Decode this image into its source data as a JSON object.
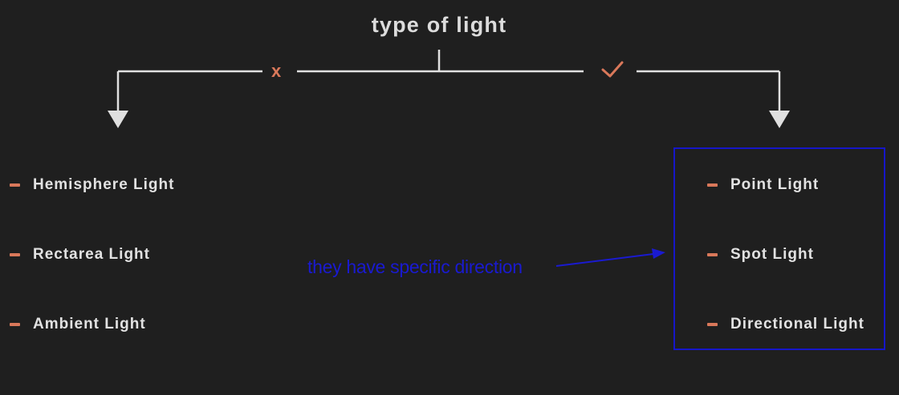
{
  "title": "type of light",
  "branches": {
    "left_marker": "x",
    "right_marker": "check-icon"
  },
  "left_items": [
    {
      "label": "Hemisphere Light"
    },
    {
      "label": "Rectarea Light"
    },
    {
      "label": "Ambient Light"
    }
  ],
  "right_items": [
    {
      "label": "Point Light"
    },
    {
      "label": "Spot Light"
    },
    {
      "label": "Directional Light"
    }
  ],
  "annotation": {
    "text": "they have specific direction"
  },
  "colors": {
    "background": "#1f1f1f",
    "line": "#e0e0e0",
    "accent": "#d9785a",
    "annotation": "#1a1ad0"
  }
}
